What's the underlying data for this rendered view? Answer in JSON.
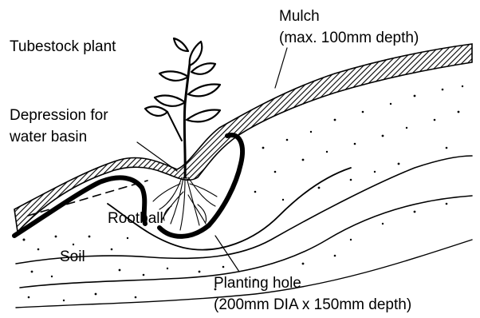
{
  "labels": {
    "tubestock": "Tubestock plant",
    "depression_line1": "Depression for",
    "depression_line2": "water basin",
    "mulch_line1": "Mulch",
    "mulch_line2": "(max. 100mm depth)",
    "rootball": "Rootball",
    "soil": "Soil",
    "hole_line1": "Planting hole",
    "hole_line2": "(200mm DIA x 150mm depth)"
  },
  "colors": {
    "ink": "#000000",
    "background": "#ffffff"
  }
}
